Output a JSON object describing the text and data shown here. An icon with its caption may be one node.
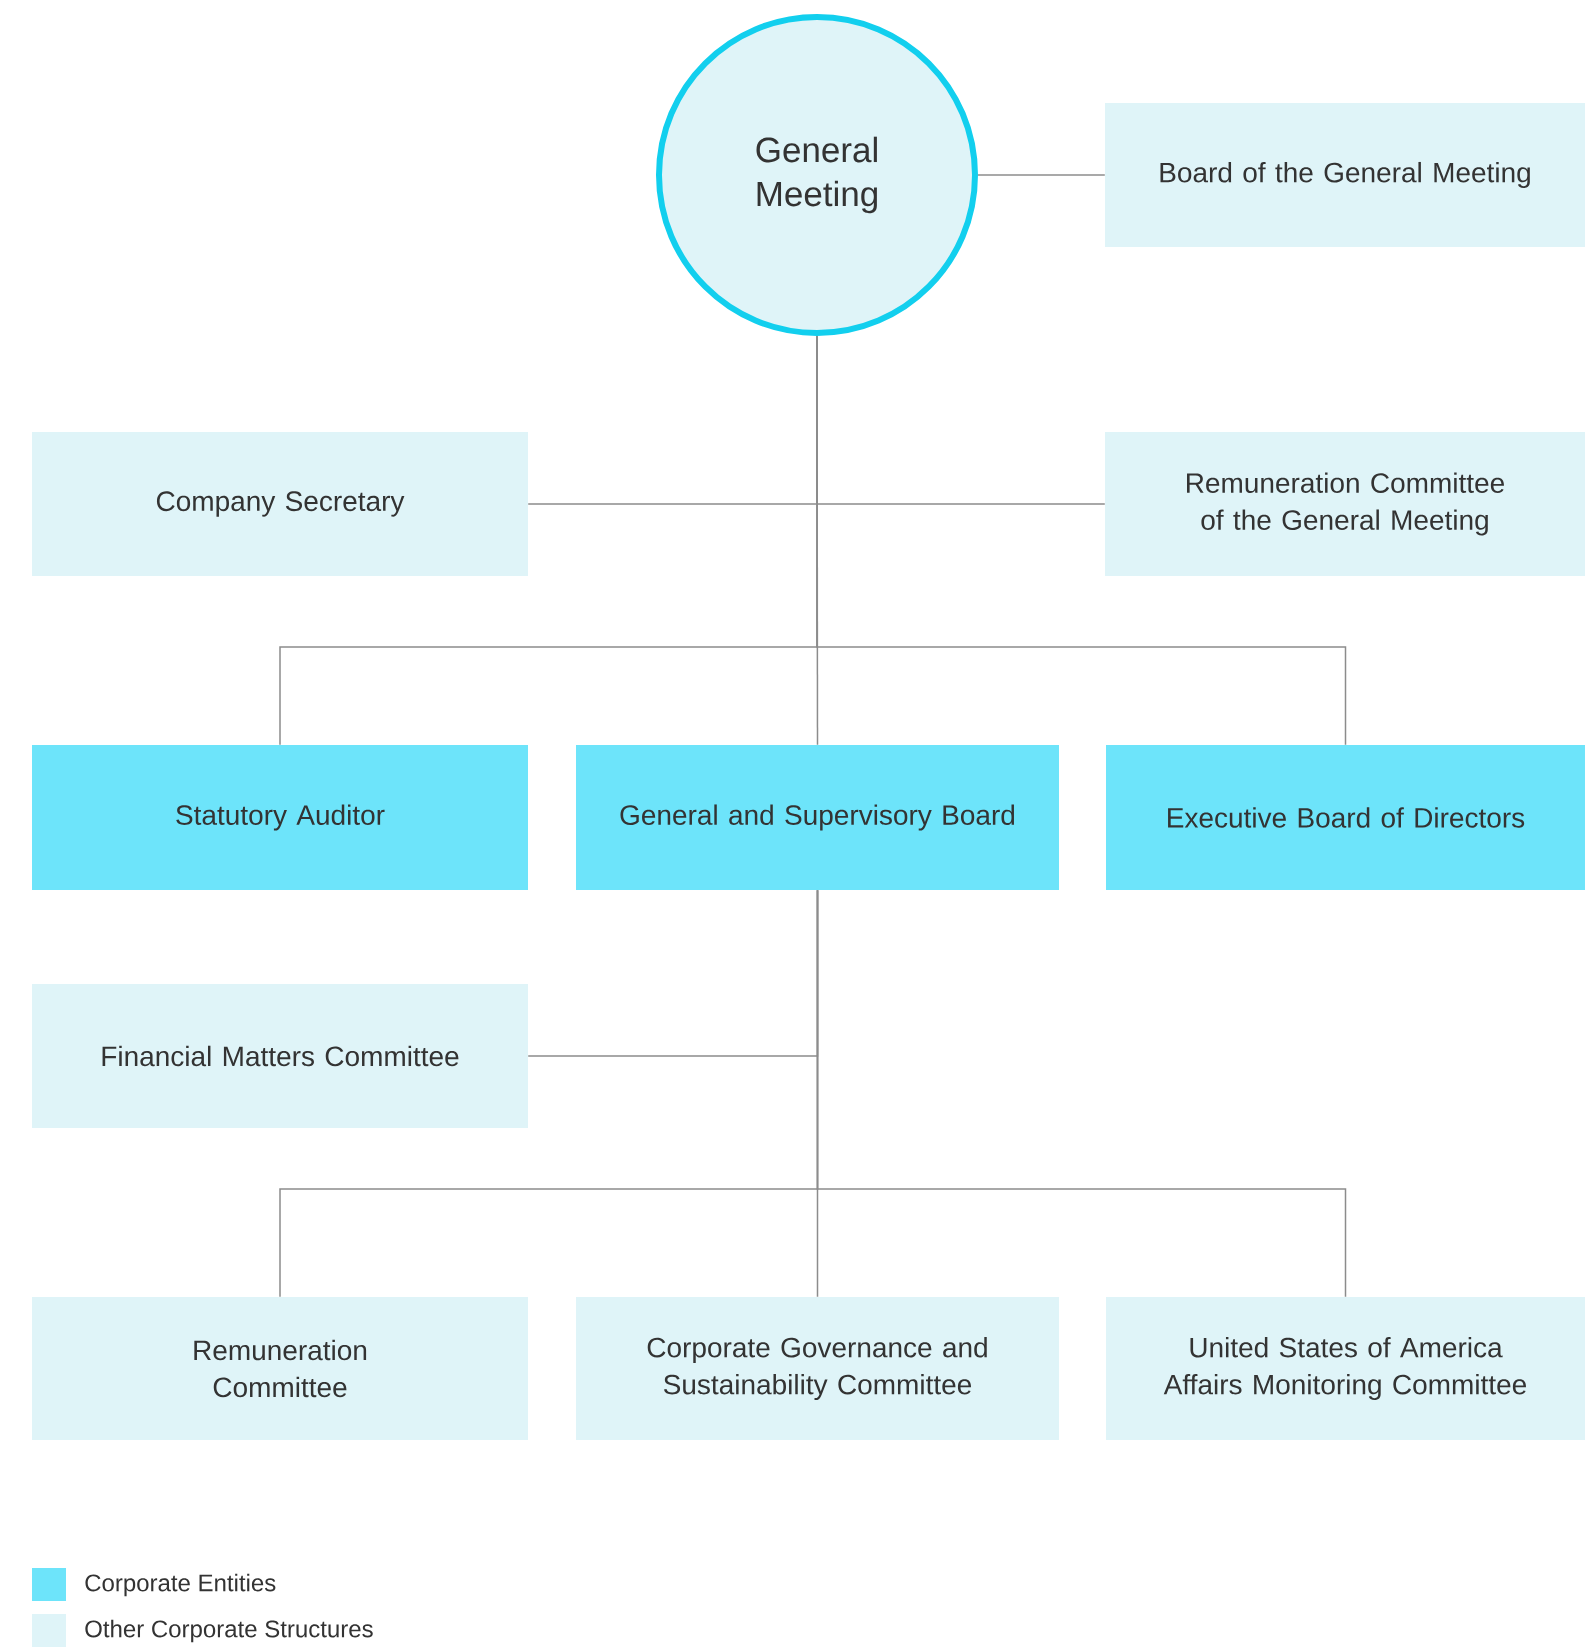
{
  "diagram": {
    "nodes": [
      {
        "text": [
          "General Meeting"
        ]
      },
      {
        "text": [
          "Board of the General Meeting"
        ]
      },
      {
        "text": [
          "Company Secretary"
        ]
      },
      {
        "text": [
          "Remuneration Committee of the General Meeting"
        ]
      },
      {
        "text": [
          "Statutory Auditor"
        ]
      },
      {
        "text": [
          "General and Supervisory Board"
        ]
      },
      {
        "text": [
          "Executive Board of Directors"
        ]
      },
      {
        "text": [
          "Financial Matters Committee"
        ]
      },
      {
        "text": [
          "Remuneration Committee"
        ]
      },
      {
        "text": [
          "Corporate Governance and Sustainability Committee"
        ]
      },
      {
        "text": [
          "United States of America Affairs Monitoring Committee"
        ]
      }
    ],
    "edges": [
      {
        "from": 0,
        "to": 1,
        "arrow": "none"
      },
      {
        "from": 0,
        "to": 2,
        "arrow": "none"
      },
      {
        "from": 0,
        "to": 3,
        "arrow": "none"
      },
      {
        "from": 0,
        "to": 4,
        "arrow": "none"
      },
      {
        "from": 0,
        "to": 5,
        "arrow": "none"
      },
      {
        "from": 0,
        "to": 6,
        "arrow": "none"
      },
      {
        "from": 5,
        "to": 7,
        "arrow": "none"
      },
      {
        "from": 5,
        "to": 8,
        "arrow": "none"
      },
      {
        "from": 5,
        "to": 9,
        "arrow": "none"
      },
      {
        "from": 5,
        "to": 10,
        "arrow": "none"
      }
    ],
    "legend": [
      {
        "text": "Corporate Entities",
        "color": "#6de4fa"
      },
      {
        "text": "Other Corporate Structures",
        "color": "#dff4f8"
      }
    ]
  }
}
